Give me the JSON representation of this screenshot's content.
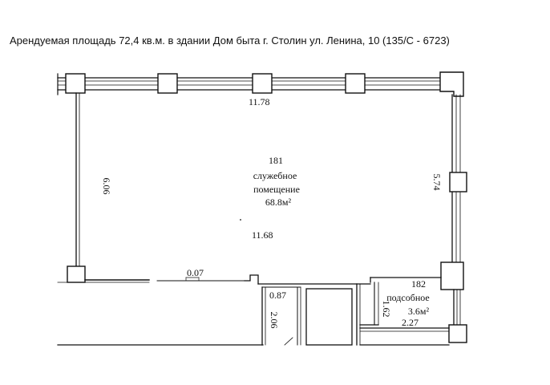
{
  "caption": "Арендуемая площадь 72,4 кв.м. в здании Дом быта г. Столин ул. Ленина, 10 (135/С - 6723)",
  "colors": {
    "ink": "#111111",
    "paper": "#ffffff"
  },
  "rooms": [
    {
      "number": "181",
      "name_line1": "служебное",
      "name_line2": "помещение",
      "area": "68.8м²"
    },
    {
      "number": "182",
      "name": "подсобное",
      "area": "3.6м²"
    }
  ],
  "dimensions": {
    "top_width": "11.78",
    "left_height": "6.06",
    "right_height": "5.74",
    "inner_width": "11.68",
    "door_gap": "0.07",
    "corridor_width": "0.87",
    "corridor_height": "2.06",
    "small_room_height": "1.62",
    "small_room_width": "2.27"
  }
}
